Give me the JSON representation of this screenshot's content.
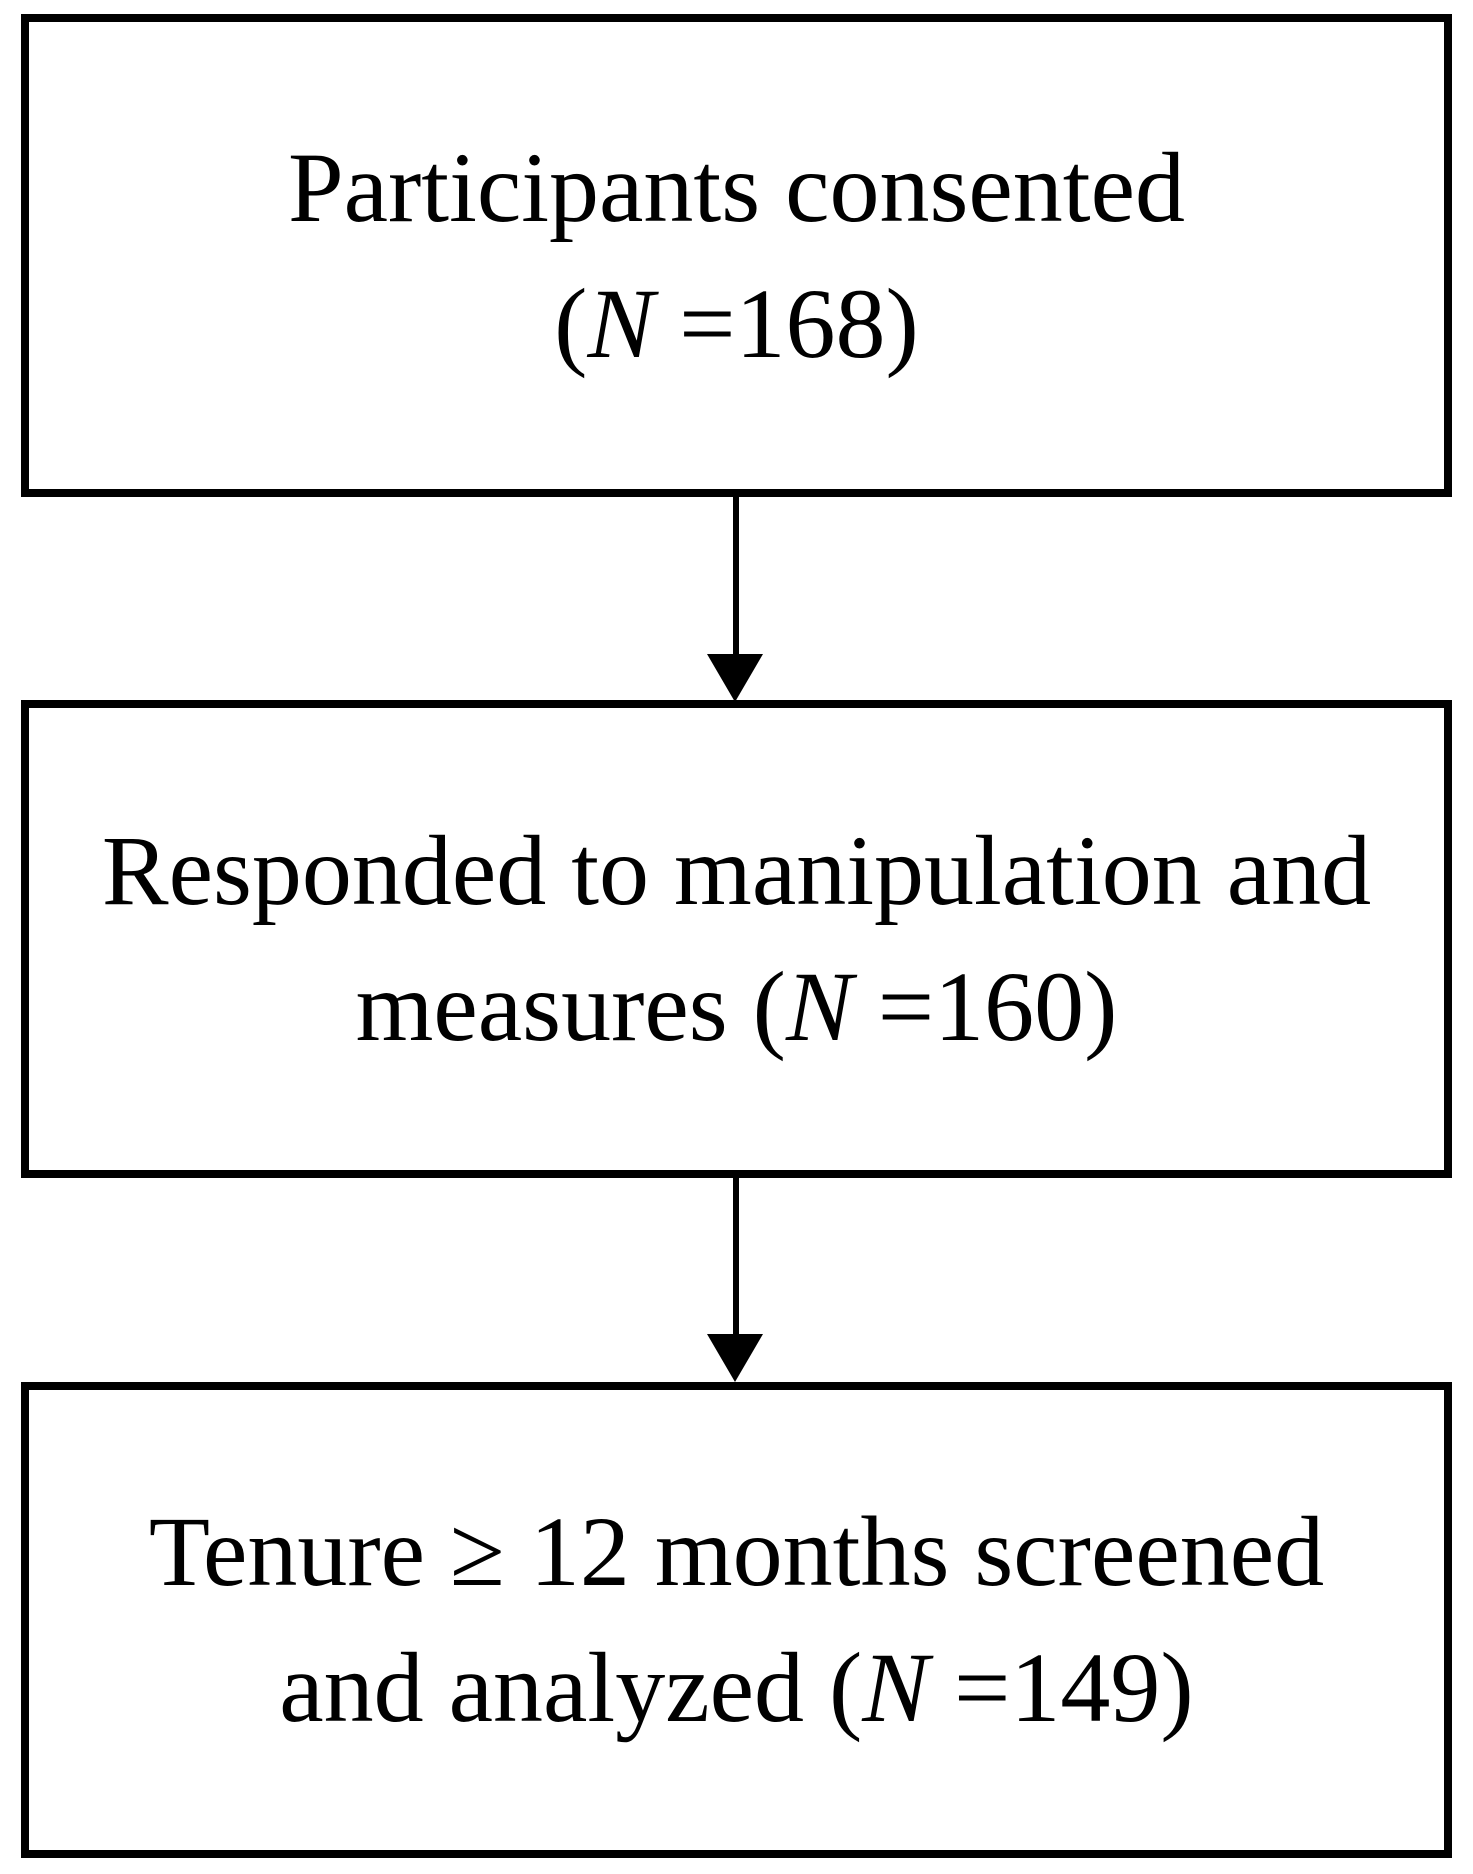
{
  "diagram": {
    "type": "flowchart",
    "direction": "top-down",
    "background_color": "#ffffff",
    "box_border_color": "#000000",
    "text_color": "#000000",
    "steps": [
      {
        "id": "participants-consented",
        "line1": "Participants consented",
        "line2_pre": "(",
        "n_symbol": "N",
        "line2_post": " =168)",
        "n_value": 168
      },
      {
        "id": "responded-to-manipulation",
        "line1": "Responded to manipulation and",
        "line2_pre": "measures (",
        "n_symbol": "N",
        "line2_post": " =160)",
        "n_value": 160
      },
      {
        "id": "tenure-screened-analyzed",
        "line1": "Tenure ≥ 12 months screened",
        "line2_pre": "and analyzed (",
        "n_symbol": "N",
        "line2_post": " =149)",
        "n_value": 149
      }
    ],
    "connections": [
      {
        "from": "participants-consented",
        "to": "responded-to-manipulation",
        "style": "arrow-down"
      },
      {
        "from": "responded-to-manipulation",
        "to": "tenure-screened-analyzed",
        "style": "arrow-down"
      }
    ]
  }
}
